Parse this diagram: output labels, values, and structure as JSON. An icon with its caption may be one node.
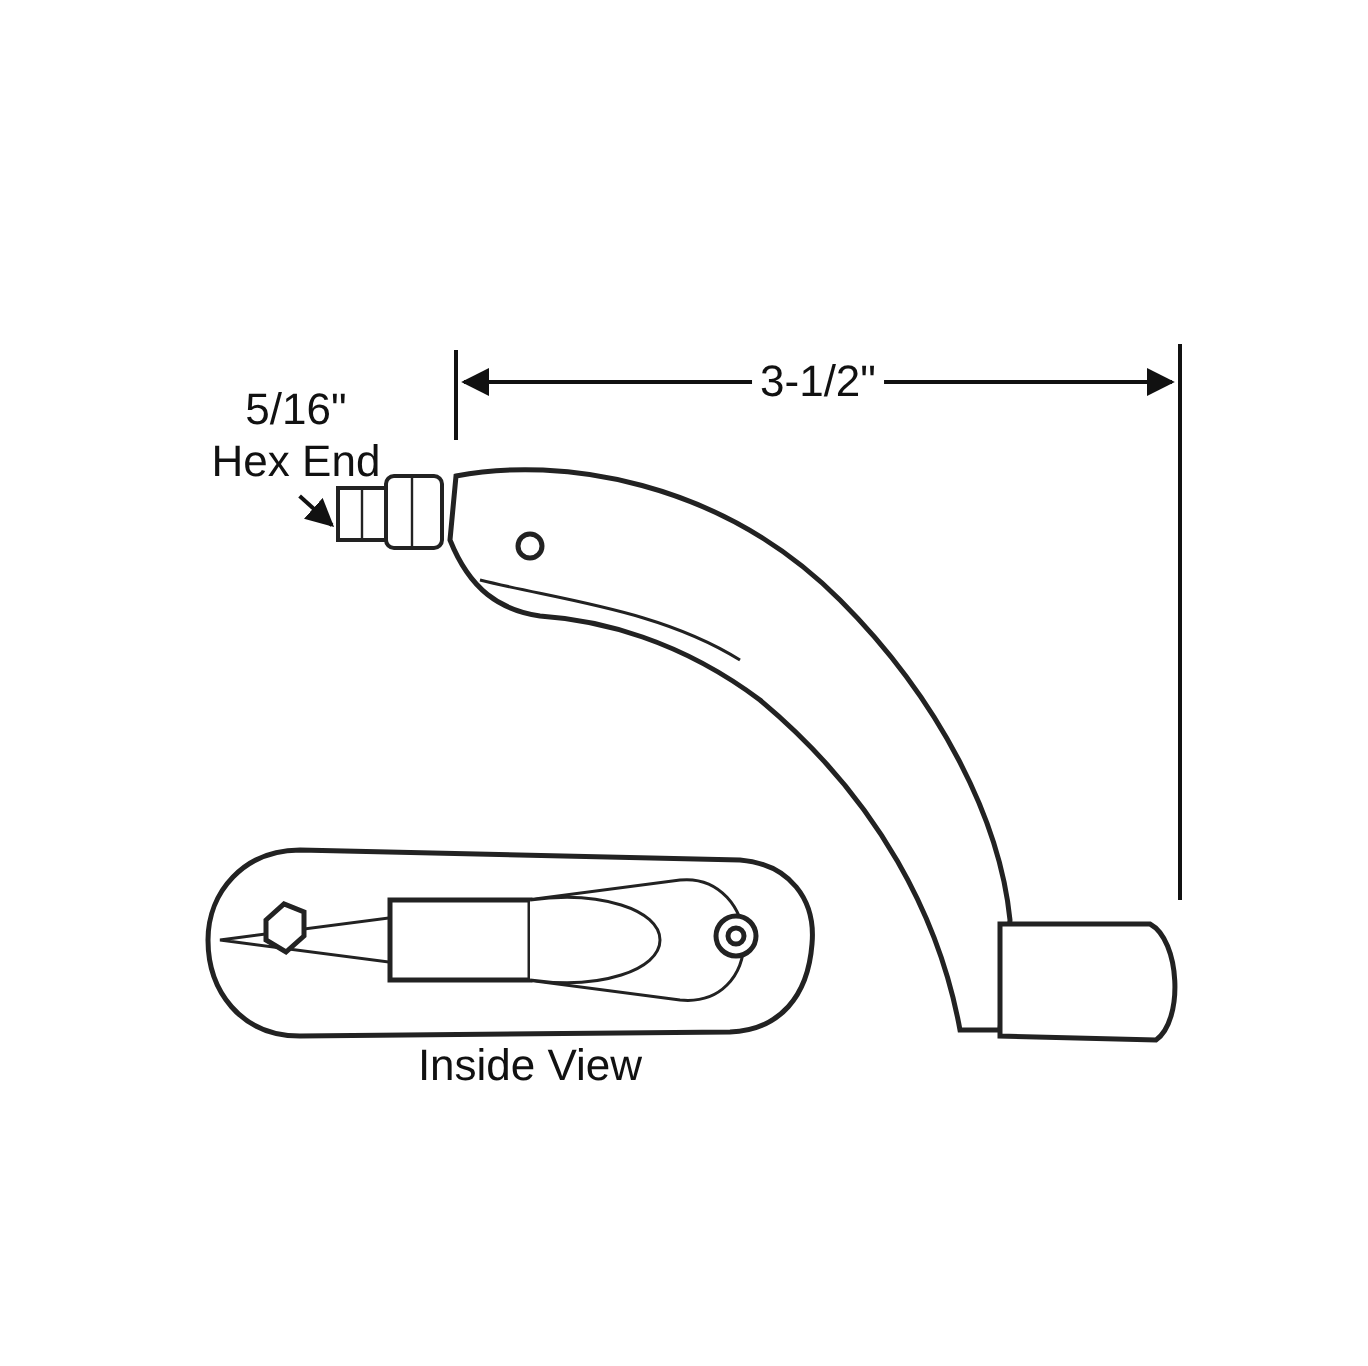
{
  "diagram": {
    "nodes": [
      {
        "text": [
          "5/16\" Hex End"
        ]
      },
      {
        "text": [],
        "shape": "picture"
      }
    ],
    "edges": [
      {
        "from": 0,
        "to": 1,
        "arrow": "to"
      }
    ],
    "labels": [
      "3-1/2\"",
      "Inside View"
    ]
  }
}
